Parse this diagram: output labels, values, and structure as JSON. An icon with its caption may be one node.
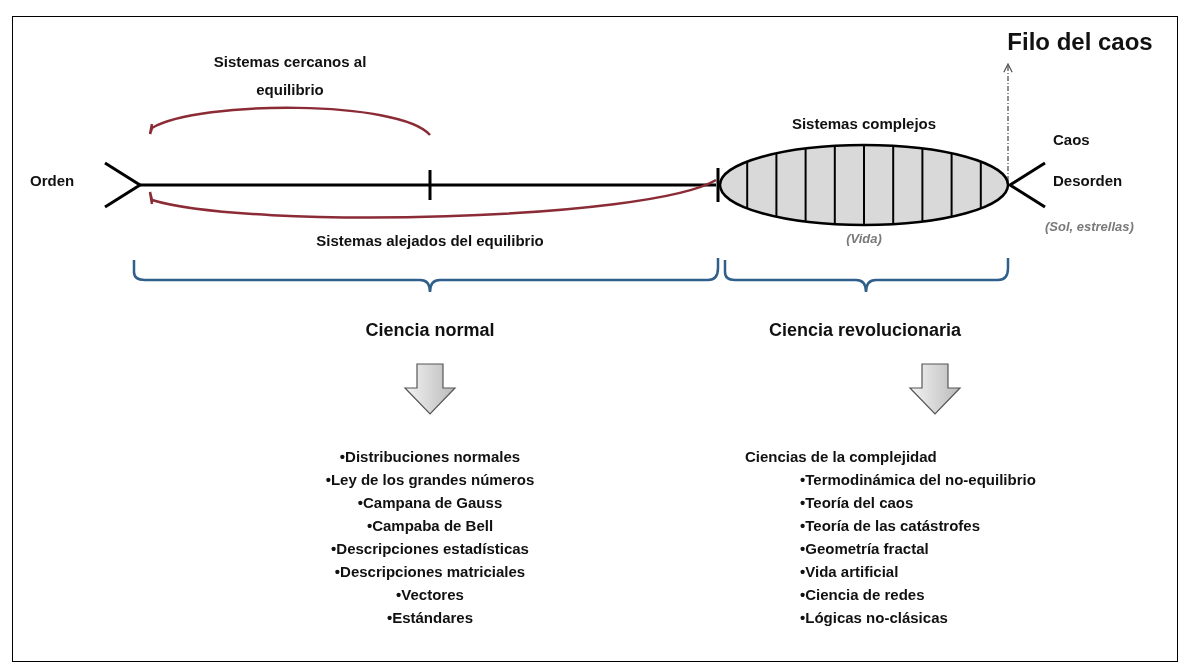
{
  "diagram": {
    "nodes": [
      {
        "text": [
          "Ciencia normal"
        ]
      },
      {
        "text": [
          "•Distribuciones normales",
          "•Ley de los grandes números",
          "•Campana de Gauss",
          "•Campaba de Bell",
          "•Descripciones estadísticas",
          "•Descripciones matriciales",
          "•Vectores",
          "•Estándares"
        ]
      },
      {
        "text": [
          "Ciencia revolucionaria"
        ]
      },
      {
        "text": [
          "Ciencias de la complejidad",
          "•Termodinámica del no-equilibrio",
          "•Teoría del caos",
          "•Teoría de las catástrofes",
          "•Geometría fractal",
          "•Vida artificial",
          "•Ciencia de redes",
          "•Lógicas no-clásicas"
        ]
      },
      {
        "text": [],
        "shape": "ellipse",
        "beside": [
          "Sistemas complejos",
          "(Vida)"
        ]
      },
      {
        "text": [
          "Filo del caos"
        ]
      }
    ],
    "edges": [
      {
        "from": 0,
        "to": 1,
        "arrow": "to",
        "style": "thick"
      },
      {
        "from": 2,
        "to": 3,
        "arrow": "to",
        "style": "thick"
      },
      {
        "from": 4,
        "to": 5,
        "arrow": "to",
        "style": "dashed"
      }
    ],
    "labels": [
      "Sistemas cercanos al equilibrio",
      "Orden",
      "Caos",
      "Desorden",
      "Sistemas alejados del equilibrio",
      "(Sol, estrellas)"
    ]
  }
}
